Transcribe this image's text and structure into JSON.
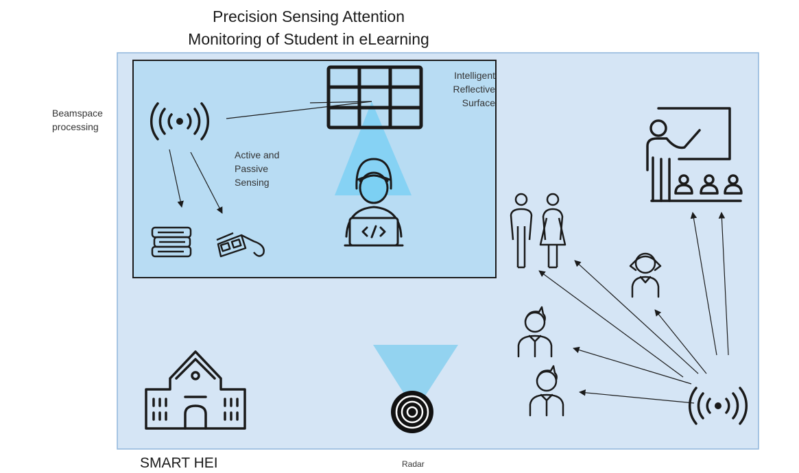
{
  "title": {
    "line1": "Precision Sensing Attention",
    "line2": "Monitoring of Student in eLearning"
  },
  "labels": {
    "beamspace": [
      "Beamspace",
      "processing"
    ],
    "irs": [
      "Intelligent",
      "Reflective",
      "Surface"
    ],
    "sensing": [
      "Active and",
      "Passive",
      "Sensing"
    ],
    "smart_hei": "SMART HEI",
    "radar": "Radar"
  },
  "colors": {
    "panel_fill": "#d5e5f5",
    "panel_border": "#8fb5dc",
    "inner_fill": "#b8dcf3",
    "beam_fill": "#7cd0f3",
    "radar_beam": "#93d3f0",
    "ink": "#1a1a1a"
  },
  "icons": [
    "wireless-signal-icon",
    "reflective-surface-grid-icon",
    "student-laptop-icon",
    "books-icon",
    "3d-glasses-icon",
    "teacher-presentation-icon",
    "man-woman-icon",
    "girl-student-icon",
    "boy-student-icon",
    "university-building-icon",
    "radar-icon"
  ]
}
